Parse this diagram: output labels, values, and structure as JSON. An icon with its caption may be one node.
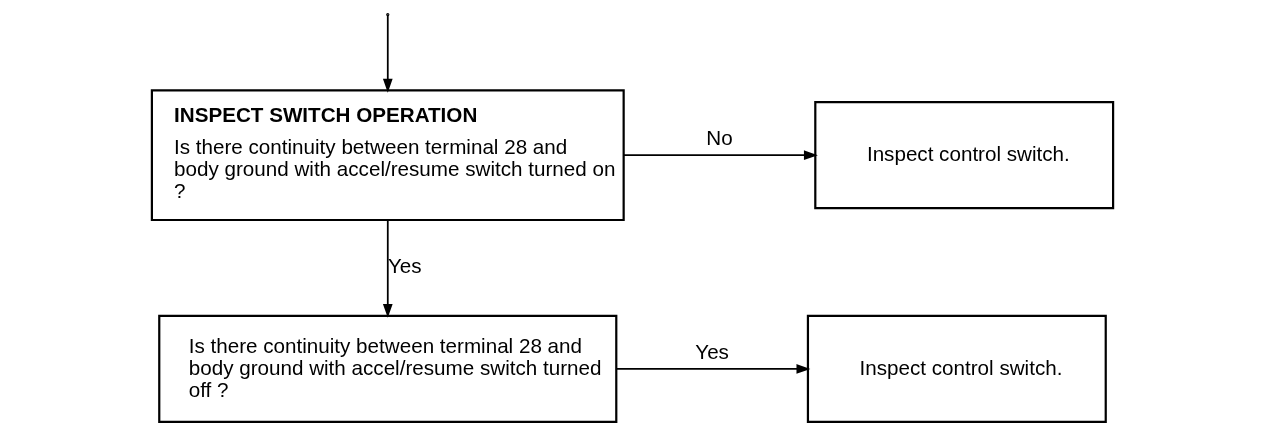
{
  "diagram": {
    "nodes": [
      {
        "text": [
          "INSPECT SWITCH OPERATION",
          "Is there continuity between terminal 28 and body ground with accel/resume switch turned on ?"
        ]
      },
      {
        "text": [
          "Inspect control switch."
        ]
      },
      {
        "text": [
          "Is there continuity between terminal 28 and body ground with accel/resume switch turned off ?"
        ]
      },
      {
        "text": [
          "Inspect control switch."
        ]
      }
    ],
    "edges": [
      {
        "from": null,
        "to": 0,
        "arrow": "to"
      },
      {
        "from": 0,
        "to": 1,
        "arrow": "to",
        "label": "No"
      },
      {
        "from": 0,
        "to": 2,
        "arrow": "to",
        "label": "Yes"
      },
      {
        "from": 2,
        "to": 3,
        "arrow": "to",
        "label": "Yes"
      }
    ]
  }
}
